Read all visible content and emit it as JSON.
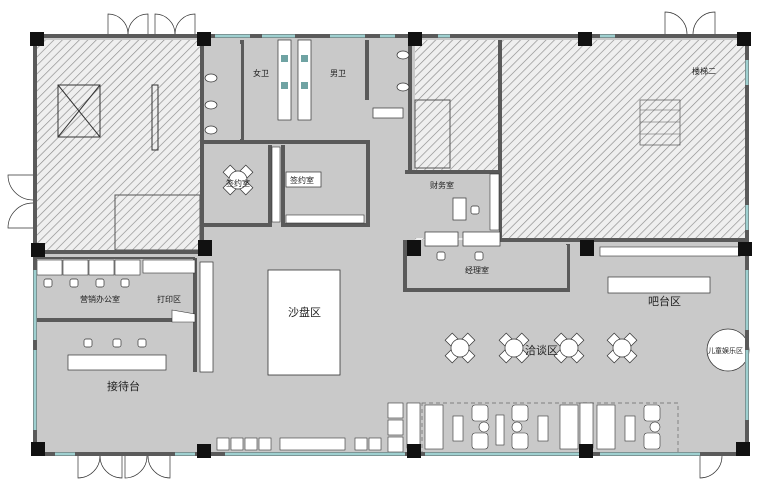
{
  "plan": {
    "rooms": {
      "womens_restroom": "女卫",
      "mens_restroom": "男卫",
      "signing_room_1": "签约室",
      "signing_room_2": "签约室",
      "finance_room": "财务室",
      "manager_room": "经理室",
      "marketing_office": "营销办公室",
      "print_area": "打印区",
      "sand_table_area": "沙盘区",
      "reception_desk": "接待台",
      "negotiation_area": "洽谈区",
      "bar_area": "吧台区",
      "kids_play_area": "儿童娱乐区",
      "staircase_2": "楼梯二"
    },
    "colors": {
      "floor": "#c9c9c9",
      "wall": "#5a5a5a",
      "column": "#111111",
      "window": "#9fd0d0",
      "furniture": "#ffffff",
      "hatch": "#8a8a8a"
    }
  }
}
